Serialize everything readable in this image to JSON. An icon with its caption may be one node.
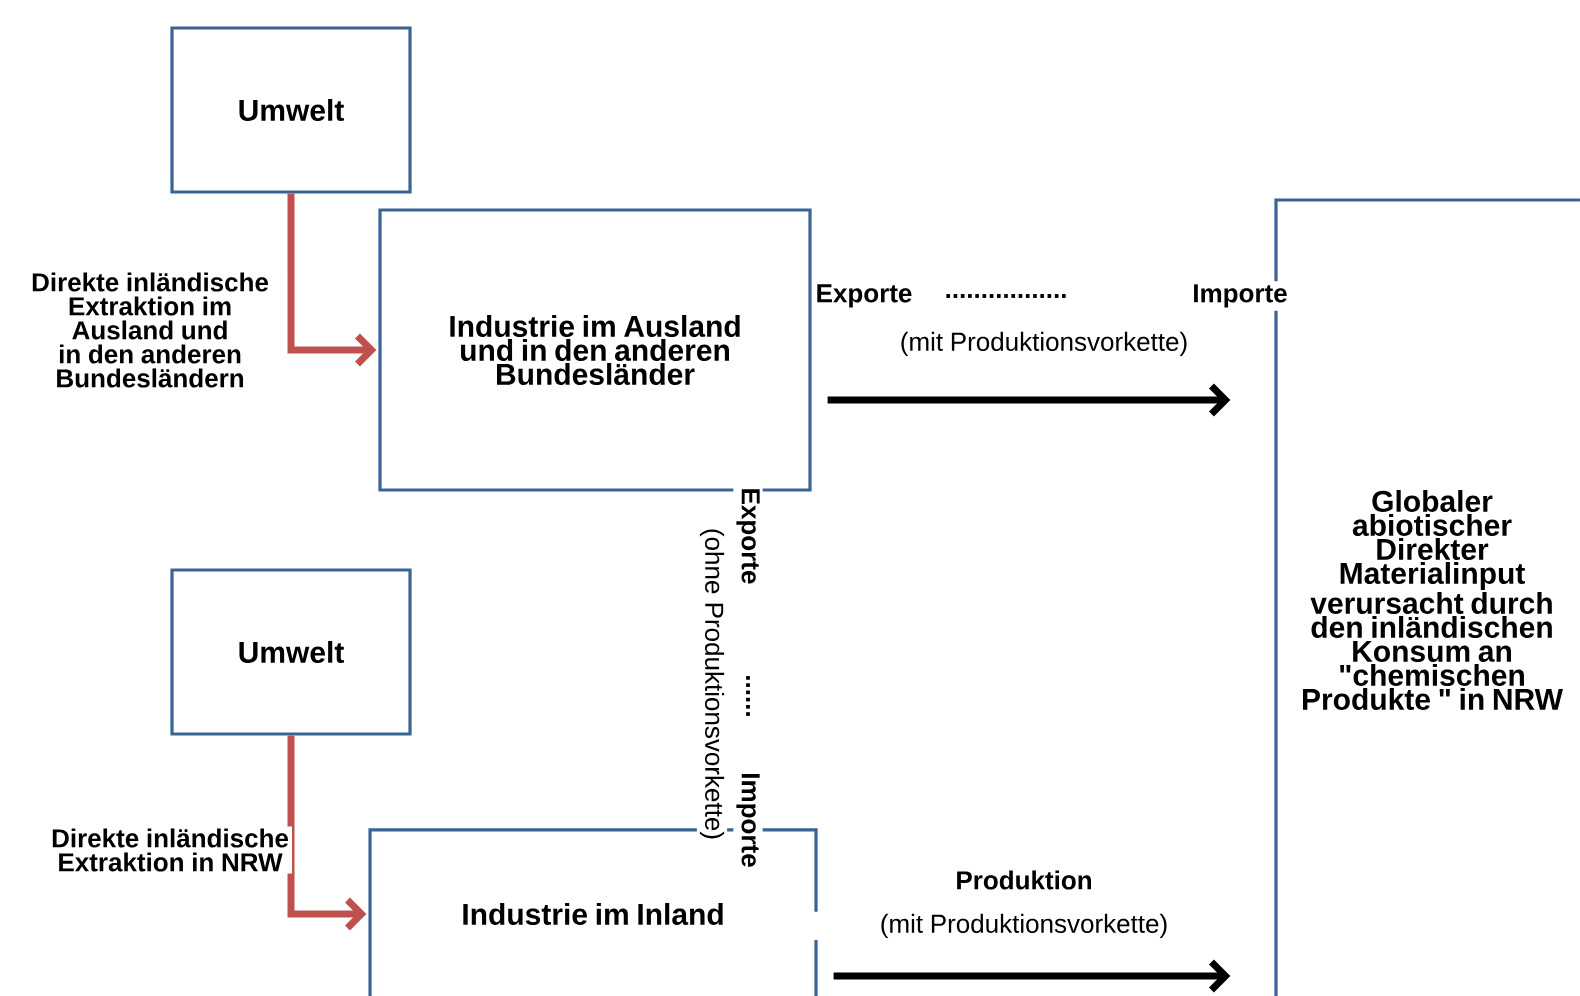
{
  "diagram": {
    "nodes": [
      {
        "text": [
          "Umwelt"
        ]
      },
      {
        "text": [
          "Industrie im Ausland und in den anderen Bundesländer"
        ]
      },
      {
        "text": [
          "Globaler abiotischer Direkter Materialinput verursacht durch den inländischen Konsum an \"chemischen Produkte \" in NRW"
        ]
      },
      {
        "text": [
          "Umwelt"
        ]
      },
      {
        "text": [
          "Industrie im Inland"
        ]
      }
    ],
    "edges": [
      {
        "from": 0,
        "to": 1,
        "arrow": "to",
        "color": "#c0504d",
        "label": "Direkte inländische Extraktion im Ausland und in den anderen Bundesländern"
      },
      {
        "from": 3,
        "to": 4,
        "arrow": "to",
        "color": "#c0504d",
        "label": "Direkte inländische Extraktion in NRW"
      },
      {
        "from": 1,
        "to": 2,
        "arrow": "to",
        "color": "#000000",
        "label": "(mit Produktionsvorkette)"
      },
      {
        "from": 4,
        "to": 2,
        "arrow": "to",
        "color": "#000000",
        "label": "(mit Produktionsvorkette)"
      }
    ],
    "labels": [
      "Exporte",
      ".................",
      "Importe",
      "Exporte",
      "......",
      "Importe",
      "(ohne Produktionsvorkette)",
      "Produktion"
    ]
  }
}
